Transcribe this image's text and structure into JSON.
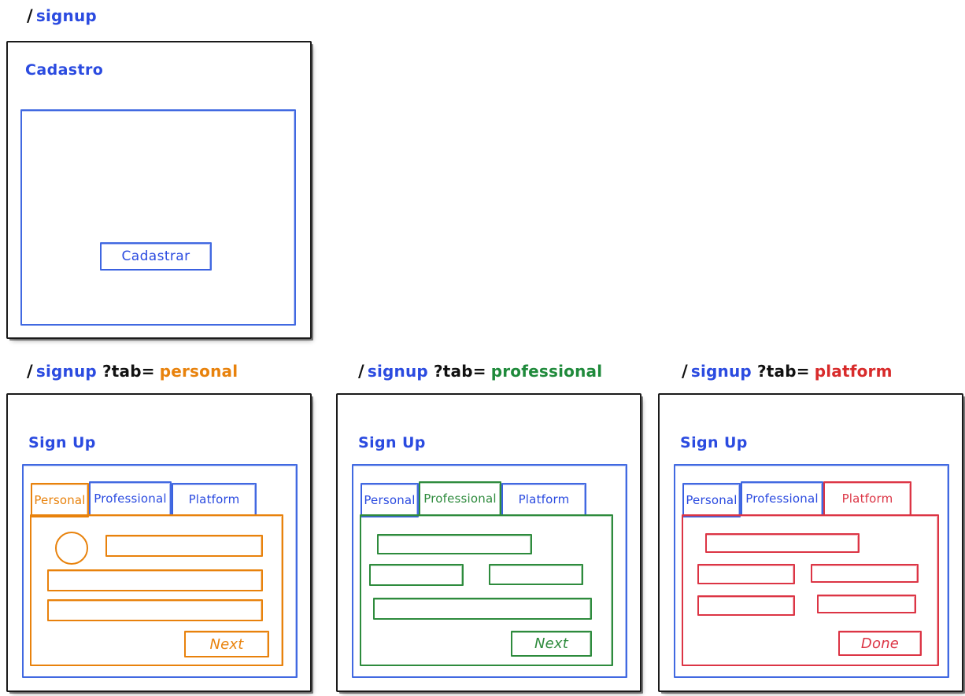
{
  "page": {
    "background": "#ffffff",
    "palette": {
      "ink": "#1a1a1a",
      "blue": "#2B4BE0",
      "orange": "#E8820C",
      "green": "#2E8B3D",
      "red": "#DC3545"
    }
  },
  "screens": [
    {
      "id": "signup-default",
      "route": {
        "slash": "/",
        "path": "signup",
        "query": "",
        "value": "",
        "value_color": ""
      },
      "title": "Cadastro",
      "button": "Cadastrar"
    },
    {
      "id": "signup-personal",
      "route": {
        "slash": "/",
        "path": "signup",
        "query": "?tab=",
        "value": "personal",
        "value_color": "#E8820C"
      },
      "title": "Sign Up",
      "tabs": [
        {
          "label": "Personal",
          "active": true
        },
        {
          "label": "Professional",
          "active": false
        },
        {
          "label": "Platform",
          "active": false
        }
      ],
      "fields": {
        "avatar": "avatar-circle",
        "count": 3
      },
      "button": "Next"
    },
    {
      "id": "signup-professional",
      "route": {
        "slash": "/",
        "path": "signup",
        "query": "?tab=",
        "value": "professional",
        "value_color": "#2E8B3D"
      },
      "title": "Sign Up",
      "tabs": [
        {
          "label": "Personal",
          "active": false
        },
        {
          "label": "Professional",
          "active": true
        },
        {
          "label": "Platform",
          "active": false
        }
      ],
      "fields": {
        "count": 4
      },
      "button": "Next"
    },
    {
      "id": "signup-platform",
      "route": {
        "slash": "/",
        "path": "signup",
        "query": "?tab=",
        "value": "platform",
        "value_color": "#DC3545"
      },
      "title": "Sign Up",
      "tabs": [
        {
          "label": "Personal",
          "active": false
        },
        {
          "label": "Professional",
          "active": false
        },
        {
          "label": "Platform",
          "active": true
        }
      ],
      "fields": {
        "count": 5
      },
      "button": "Done"
    }
  ]
}
